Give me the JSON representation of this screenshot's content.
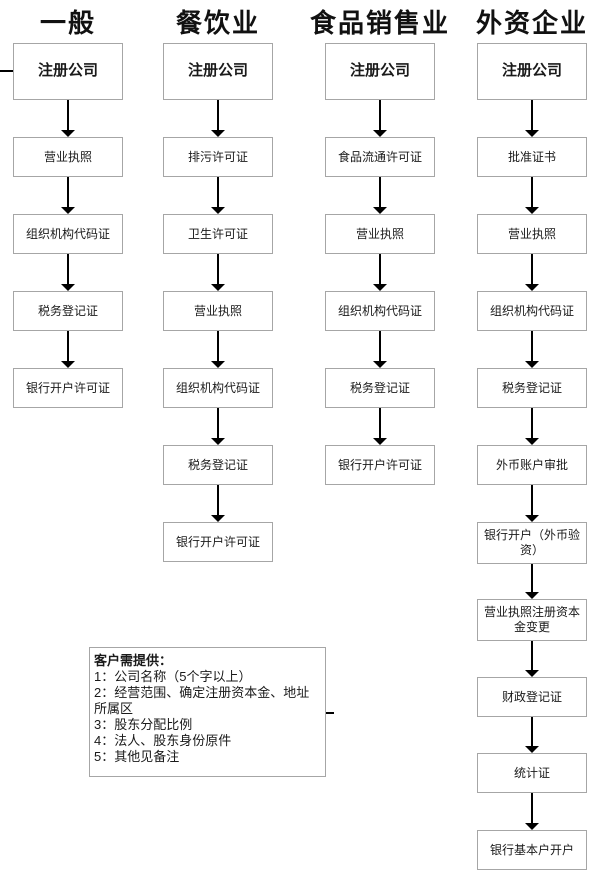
{
  "colors": {
    "box_border": "#a6a6a6",
    "arrow": "#000000",
    "text": "#1a1a1a",
    "background": "#ffffff"
  },
  "columns": [
    {
      "title": "一般",
      "steps": [
        "注册公司",
        "营业执照",
        "组织机构代码证",
        "税务登记证",
        "银行开户许可证"
      ]
    },
    {
      "title": "餐饮业",
      "steps": [
        "注册公司",
        "排污许可证",
        "卫生许可证",
        "营业执照",
        "组织机构代码证",
        "税务登记证",
        "银行开户许可证"
      ]
    },
    {
      "title": "食品销售业",
      "steps": [
        "注册公司",
        "食品流通许可证",
        "营业执照",
        "组织机构代码证",
        "税务登记证",
        "银行开户许可证"
      ]
    },
    {
      "title": "外资企业",
      "steps": [
        "注册公司",
        "批准证书",
        "营业执照",
        "组织机构代码证",
        "税务登记证",
        "外币账户审批",
        "银行开户（外币验资）",
        "营业执照注册资本金变更",
        "财政登记证",
        "统计证",
        "银行基本户开户"
      ]
    }
  ],
  "note": {
    "title": "客户需提供：",
    "lines": [
      "1：公司名称（5个字以上）",
      "2：经营范围、确定注册资本金、地址所属区",
      "3：股东分配比例",
      "4：法人、股东身份原件",
      "5：其他见备注"
    ]
  }
}
